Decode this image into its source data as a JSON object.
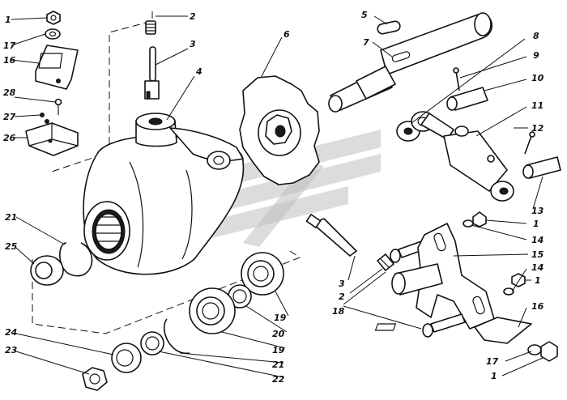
{
  "callouts": [
    {
      "id": "c1a",
      "text": "1"
    },
    {
      "id": "c17a",
      "text": "17"
    },
    {
      "id": "c16a",
      "text": "16"
    },
    {
      "id": "c28",
      "text": "28"
    },
    {
      "id": "c27",
      "text": "27"
    },
    {
      "id": "c26",
      "text": "26"
    },
    {
      "id": "c2a",
      "text": "2"
    },
    {
      "id": "c3a",
      "text": "3"
    },
    {
      "id": "c4",
      "text": "4"
    },
    {
      "id": "c6",
      "text": "6"
    },
    {
      "id": "c5",
      "text": "5"
    },
    {
      "id": "c7",
      "text": "7"
    },
    {
      "id": "c8",
      "text": "8"
    },
    {
      "id": "c9",
      "text": "9"
    },
    {
      "id": "c10",
      "text": "10"
    },
    {
      "id": "c11",
      "text": "11"
    },
    {
      "id": "c12",
      "text": "12"
    },
    {
      "id": "c13",
      "text": "13"
    },
    {
      "id": "c1b",
      "text": "1"
    },
    {
      "id": "c14a",
      "text": "14"
    },
    {
      "id": "c15",
      "text": "15"
    },
    {
      "id": "c14b",
      "text": "14"
    },
    {
      "id": "c1c",
      "text": "1"
    },
    {
      "id": "c16b",
      "text": "16"
    },
    {
      "id": "c17b",
      "text": "17"
    },
    {
      "id": "c1d",
      "text": "1"
    },
    {
      "id": "c21a",
      "text": "21"
    },
    {
      "id": "c25",
      "text": "25"
    },
    {
      "id": "c3b",
      "text": "3"
    },
    {
      "id": "c2b",
      "text": "2"
    },
    {
      "id": "c18",
      "text": "18"
    },
    {
      "id": "c19a",
      "text": "19"
    },
    {
      "id": "c20",
      "text": "20"
    },
    {
      "id": "c19b",
      "text": "19"
    },
    {
      "id": "c21b",
      "text": "21"
    },
    {
      "id": "c22",
      "text": "22"
    },
    {
      "id": "c24",
      "text": "24"
    },
    {
      "id": "c23",
      "text": "23"
    }
  ]
}
